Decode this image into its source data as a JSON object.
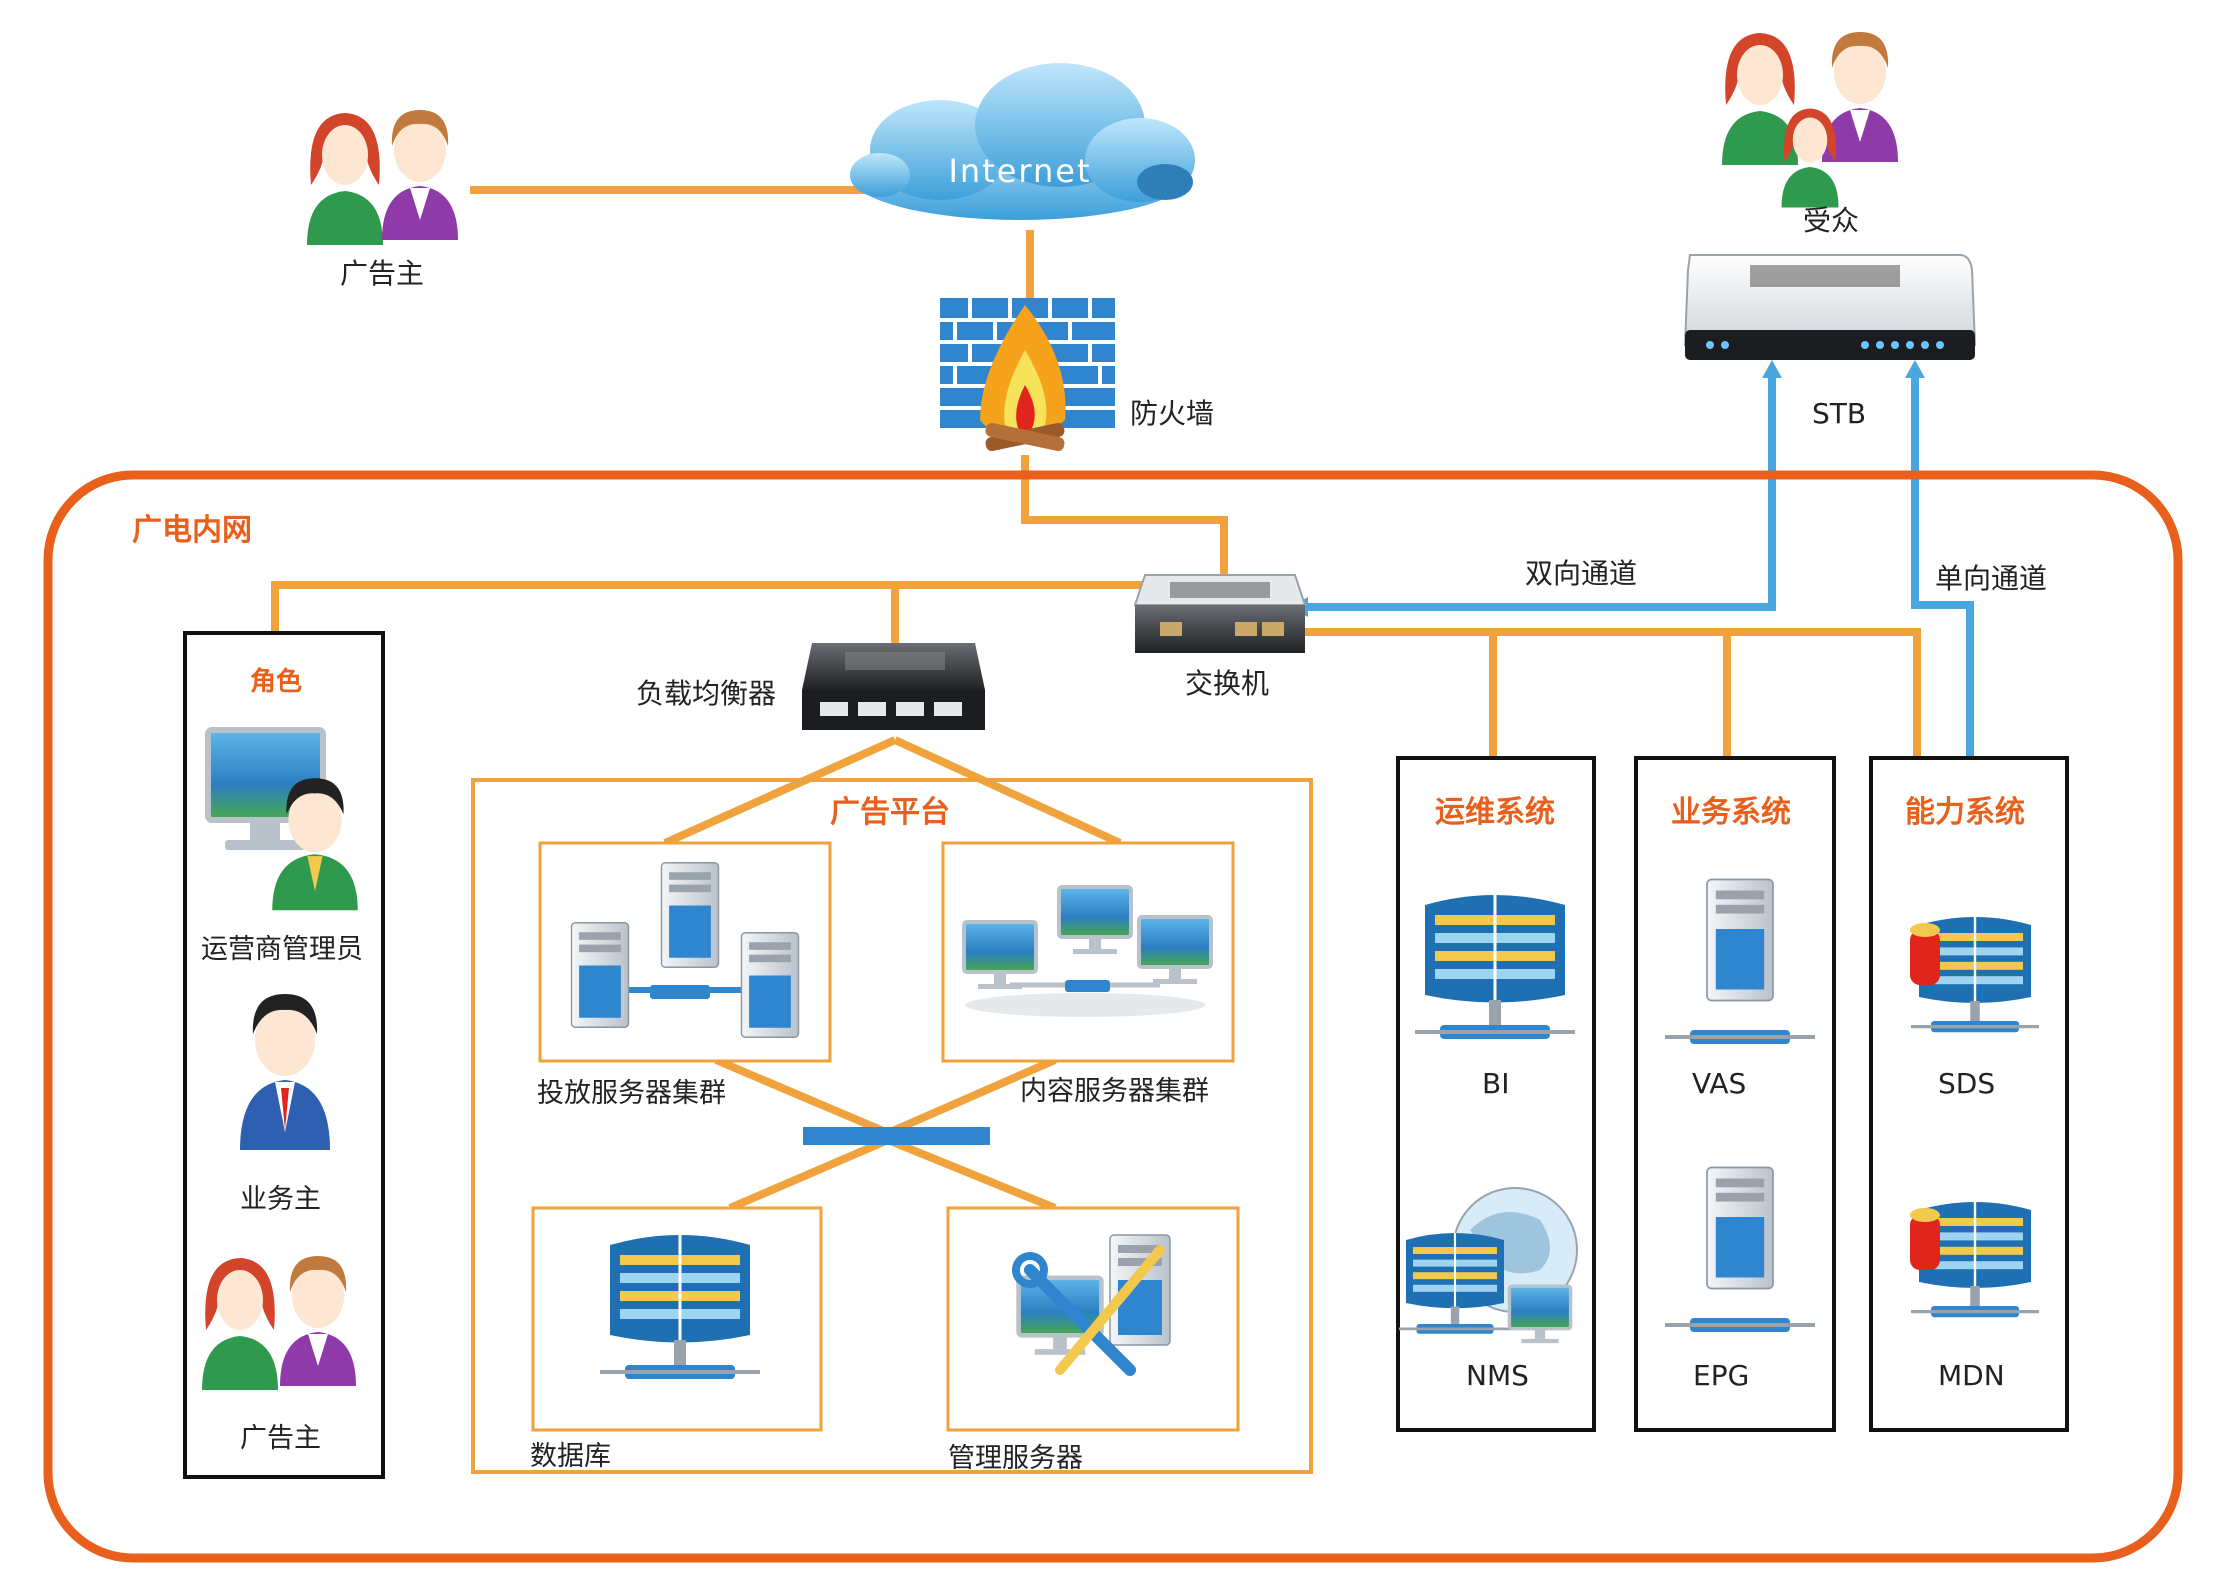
{
  "nodes": {
    "advertiser_top": "广告主",
    "internet": "Internet",
    "firewall": "防火墙",
    "audience": "受众",
    "stb": "STB",
    "bidirectional": "双向通道",
    "unidirectional": "单向通道",
    "intranet": "广电内网",
    "switch": "交换机",
    "load_balancer": "负载均衡器",
    "roles": {
      "title": "角色",
      "operator_admin": "运营商管理员",
      "business_owner": "业务主",
      "advertiser": "广告主"
    },
    "ad_platform": {
      "title": "广告平台",
      "delivery_cluster": "投放服务器集群",
      "content_cluster": "内容服务器集群",
      "database": "数据库",
      "management_server": "管理服务器"
    },
    "ops_system": {
      "title": "运维系统",
      "item1": "BI",
      "item2": "NMS"
    },
    "business_system": {
      "title": "业务系统",
      "item1": "VAS",
      "item2": "EPG"
    },
    "capability_system": {
      "title": "能力系统",
      "item1": "SDS",
      "item2": "MDN"
    }
  },
  "colors": {
    "orange_link": "#f0a23c",
    "intranet_border": "#e8601c",
    "blue_link": "#4aa6e0",
    "box_border": "#111111",
    "title_orange": "#e8601c"
  }
}
